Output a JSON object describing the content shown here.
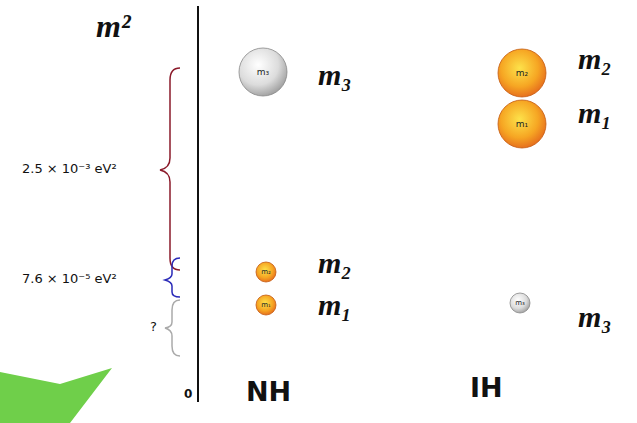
{
  "diagram": {
    "nodes": [
      {
        "text": [
          "m₃",
          "m₃"
        ]
      },
      {
        "text": [
          "m₂",
          "m₂"
        ]
      },
      {
        "text": [
          "m₁",
          "m₁"
        ]
      },
      {
        "text": [
          "m₂",
          "m₂"
        ]
      },
      {
        "text": [
          "m₁",
          "m₁"
        ]
      },
      {
        "text": [
          "m₃",
          "m₃"
        ]
      }
    ],
    "labels": [
      "m²",
      "2.5 × 10⁻³ eV²",
      "7.6 × 10⁻⁵ eV²",
      "?",
      "0",
      "NH",
      "IH"
    ]
  }
}
